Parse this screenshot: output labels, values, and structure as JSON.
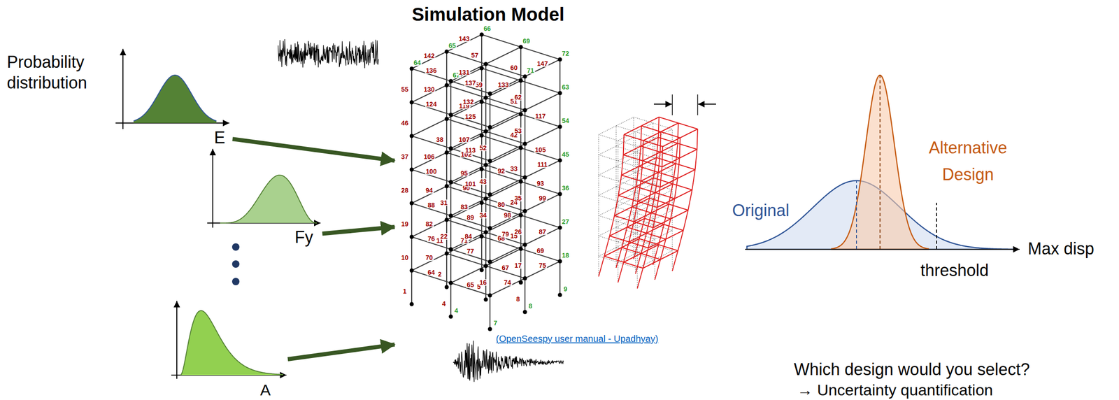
{
  "diagram": {
    "nodes": [
      {
        "text": [
          "E"
        ]
      },
      {
        "text": [
          "Fy"
        ]
      },
      {
        "text": [
          "A"
        ]
      },
      {
        "text": [
          "Simulation Model"
        ]
      }
    ],
    "edges": [
      {
        "from": 0,
        "to": 3,
        "arrow": "to"
      },
      {
        "from": 1,
        "to": 3,
        "arrow": "to"
      },
      {
        "from": 2,
        "to": 3,
        "arrow": "to"
      }
    ],
    "labels": [
      "Probability distribution",
      "(OpenSeespy user manual - Upadhyay)",
      "Alternative Design",
      "Original",
      "Max disp",
      "threshold",
      "Which design would you select?",
      "→ Uncertainty quantification",
      "4",
      "7",
      "8",
      "9",
      "18",
      "27",
      "36",
      "45",
      "54",
      "63",
      "64",
      "65",
      "66",
      "67",
      "69",
      "71",
      "72",
      "1",
      "2",
      "4",
      "5",
      "8",
      "10",
      "11",
      "15",
      "16",
      "17",
      "19",
      "22",
      "24",
      "26",
      "28",
      "31",
      "33",
      "34",
      "35",
      "37",
      "38",
      "42",
      "43",
      "46",
      "51",
      "52",
      "53",
      "55",
      "57",
      "59",
      "60",
      "62",
      "64",
      "65",
      "67",
      "68",
      "69",
      "70",
      "71",
      "74",
      "75",
      "76",
      "77",
      "79",
      "80",
      "82",
      "83",
      "84",
      "87",
      "88",
      "89",
      "90",
      "92",
      "93",
      "94",
      "95",
      "98",
      "99",
      "100",
      "101",
      "102",
      "105",
      "106",
      "107",
      "111",
      "113",
      "117",
      "119",
      "124",
      "125",
      "130",
      "131",
      "132",
      "133",
      "136",
      "137",
      "142",
      "143",
      "147"
    ]
  }
}
